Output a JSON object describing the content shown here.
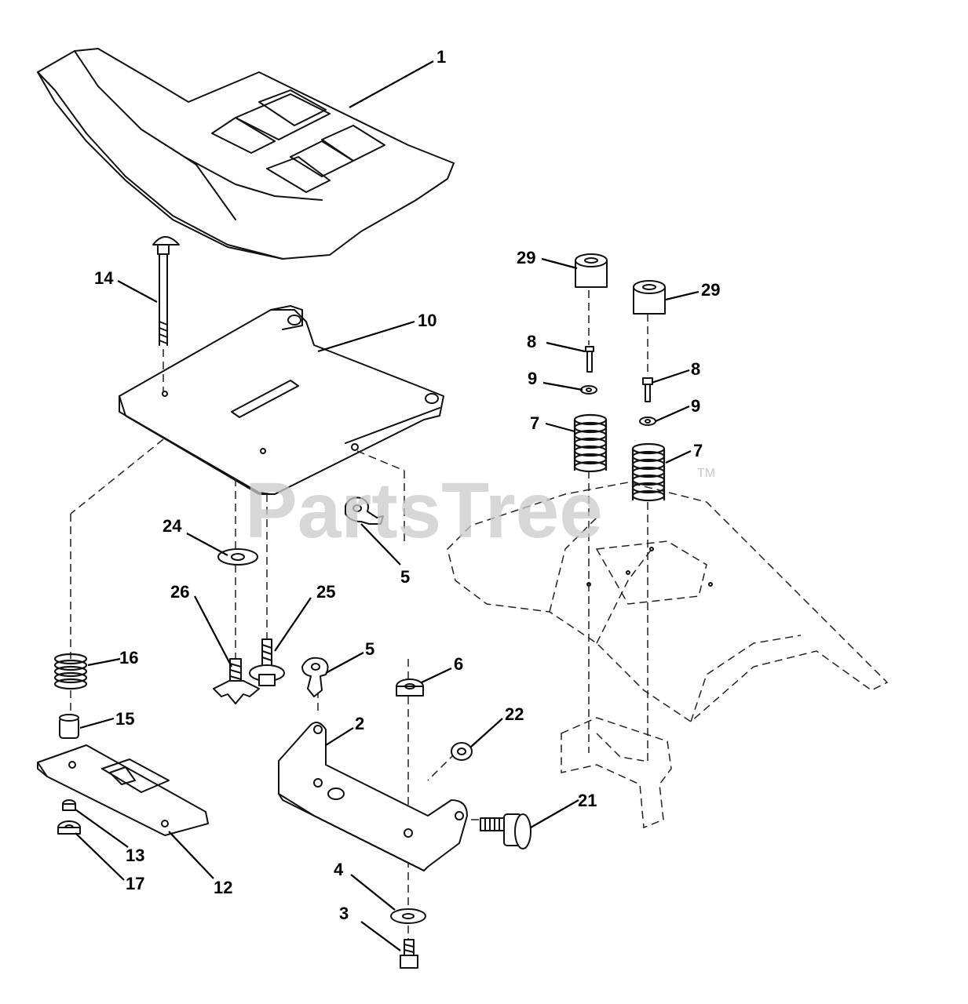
{
  "watermark": {
    "text": "PartsTree",
    "tm": "TM"
  },
  "callouts": {
    "c1": "1",
    "c2": "2",
    "c3": "3",
    "c4": "4",
    "c5a": "5",
    "c5b": "5",
    "c6": "6",
    "c7a": "7",
    "c7b": "7",
    "c8a": "8",
    "c8b": "8",
    "c9a": "9",
    "c9b": "9",
    "c10": "10",
    "c12": "12",
    "c13": "13",
    "c14": "14",
    "c15": "15",
    "c16": "16",
    "c17": "17",
    "c21": "21",
    "c22": "22",
    "c24": "24",
    "c25": "25",
    "c26": "26",
    "c29a": "29",
    "c29b": "29"
  }
}
